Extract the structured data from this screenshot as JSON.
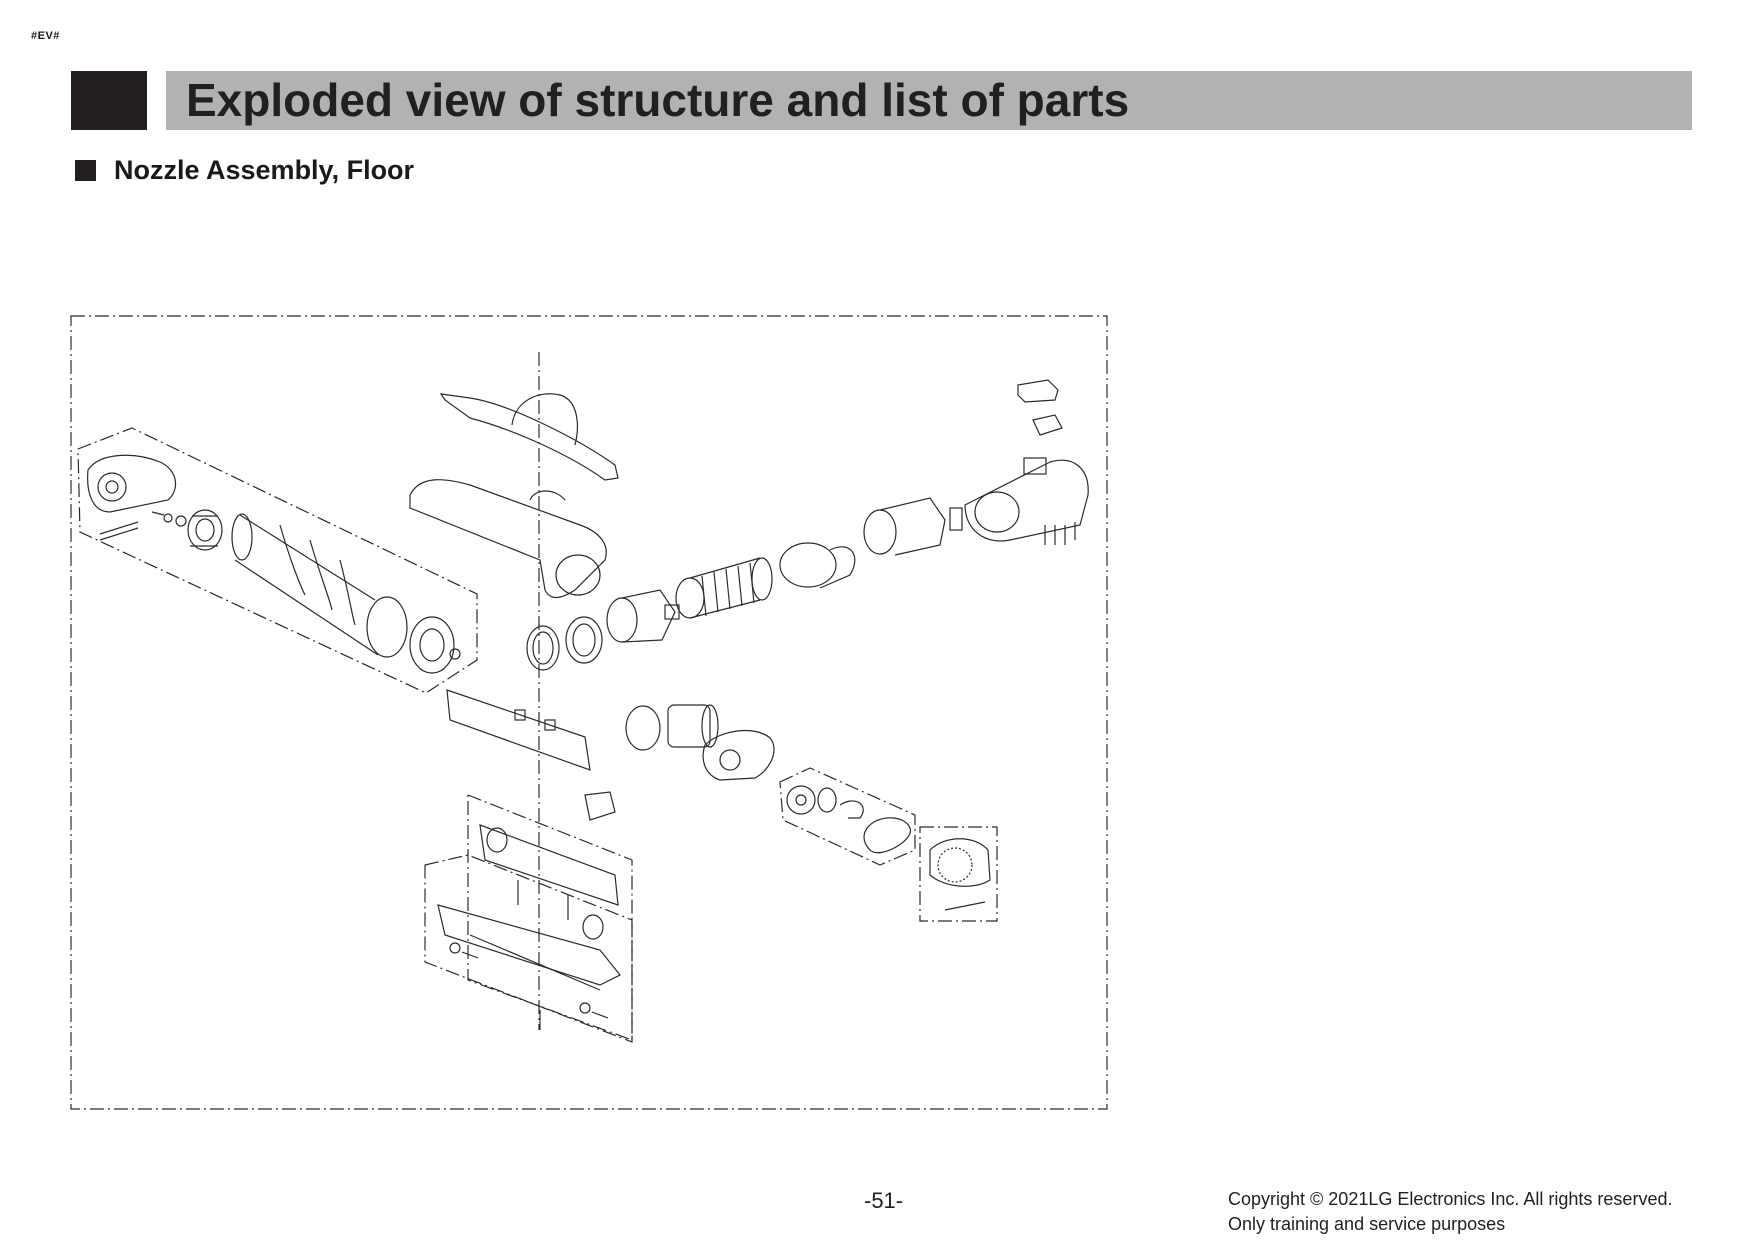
{
  "header": {
    "marker": "#EV#",
    "title": "Exploded view of structure and list of parts"
  },
  "section": {
    "heading": "Nozzle Assembly, Floor"
  },
  "footer": {
    "page_number": "-51-",
    "copyright_line1": "Copyright © 2021LG Electronics Inc. All rights reserved.",
    "copyright_line2": "Only training and service purposes"
  },
  "colors": {
    "title_bar": "#b1b2b3",
    "title_block": "#231f20",
    "text": "#231f20",
    "line": "#2b2b2b"
  }
}
